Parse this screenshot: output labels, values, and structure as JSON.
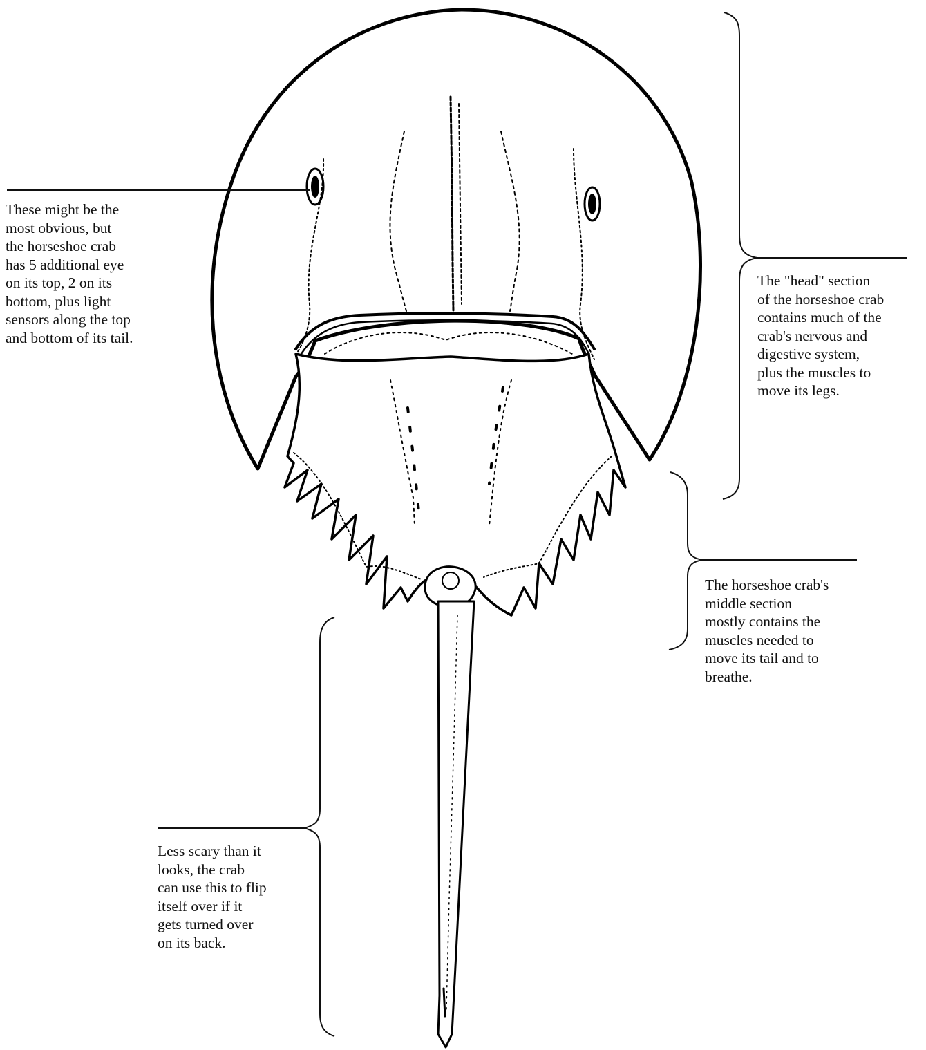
{
  "annotations": {
    "eyes": "These might be the\nmost obvious, but\nthe horseshoe crab\nhas 5 additional eye\non its top, 2 on its\nbottom, plus light\nsensors along the top\nand bottom of its tail.",
    "head": "The \"head\" section\nof the horseshoe crab\ncontains much of the\ncrab's nervous and\ndigestive system,\nplus the muscles to\nmove its legs.",
    "middle": "The horseshoe crab's\nmiddle section\nmostly contains the\nmuscles needed to\nmove its tail and to\nbreathe.",
    "tail": "Less scary than it\nlooks, the crab\ncan use this to flip\nitself over if it\ngets turned over\non its back."
  }
}
